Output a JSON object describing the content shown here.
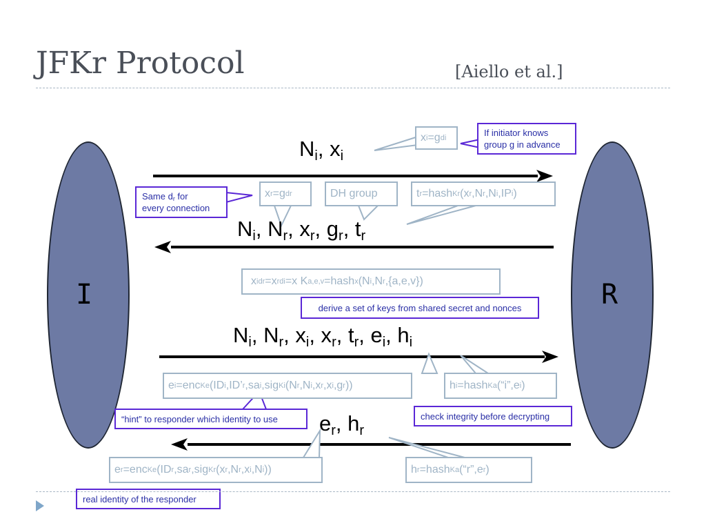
{
  "header": {
    "title": "JFKr Protocol",
    "citation": "[Aiello et al.]"
  },
  "parties": {
    "initiator": "I",
    "responder": "R"
  },
  "colors": {
    "ellipse_fill": "#6d7aa4",
    "callout_gray": "#9fb4c6",
    "note_purple": "#5a27d6",
    "note_text": "#2a2fa6",
    "rule": "#a8b6c4"
  },
  "messages": {
    "m1": [
      {
        "t": "N"
      },
      {
        "s": "i"
      },
      {
        "t": ", x"
      },
      {
        "s": "i"
      }
    ],
    "m2": [
      {
        "t": "N"
      },
      {
        "s": "i"
      },
      {
        "t": ", N"
      },
      {
        "s": "r"
      },
      {
        "t": ", x"
      },
      {
        "s": "r"
      },
      {
        "t": ", g"
      },
      {
        "s": "r"
      },
      {
        "t": ", t"
      },
      {
        "s": "r"
      }
    ],
    "m3": [
      {
        "t": "N"
      },
      {
        "s": "i"
      },
      {
        "t": ", N"
      },
      {
        "s": "r"
      },
      {
        "t": ", x"
      },
      {
        "s": "i"
      },
      {
        "t": ", x"
      },
      {
        "s": "r"
      },
      {
        "t": ", t"
      },
      {
        "s": "r"
      },
      {
        "t": ", e"
      },
      {
        "s": "i"
      },
      {
        "t": ", h"
      },
      {
        "s": "i"
      }
    ],
    "m4": [
      {
        "t": "e"
      },
      {
        "s": "r"
      },
      {
        "t": ", h"
      },
      {
        "s": "r"
      }
    ]
  },
  "callouts": {
    "xi": [
      {
        "t": "x"
      },
      {
        "s": "i"
      },
      {
        "t": "=g"
      },
      {
        "p": "di"
      }
    ],
    "xr": [
      {
        "t": "x"
      },
      {
        "s": "r"
      },
      {
        "t": "=g"
      },
      {
        "p": "dr"
      }
    ],
    "dh": [
      {
        "t": "DH group"
      }
    ],
    "tr": [
      {
        "t": "t"
      },
      {
        "s": "r"
      },
      {
        "t": "=hash"
      },
      {
        "s": "Kr"
      },
      {
        "t": "(x"
      },
      {
        "s": "r"
      },
      {
        "t": ",N"
      },
      {
        "s": "r"
      },
      {
        "t": ",N"
      },
      {
        "s": "i"
      },
      {
        "t": ",IP"
      },
      {
        "s": "i"
      },
      {
        "t": ")"
      }
    ],
    "keys": [
      {
        "t": "x"
      },
      {
        "s": "i"
      },
      {
        "p": "dr"
      },
      {
        "t": "=x"
      },
      {
        "s": "r"
      },
      {
        "p": "di"
      },
      {
        "t": "=x      K"
      },
      {
        "s": "a,e,v"
      },
      {
        "t": "=hash"
      },
      {
        "s": "x"
      },
      {
        "t": "(N"
      },
      {
        "s": "i"
      },
      {
        "t": ",N"
      },
      {
        "s": "r"
      },
      {
        "t": ",{a,e,v})"
      }
    ],
    "ei": [
      {
        "t": "e"
      },
      {
        "s": "i"
      },
      {
        "t": "=enc"
      },
      {
        "s": "Ke"
      },
      {
        "t": "(ID"
      },
      {
        "s": "i"
      },
      {
        "t": ",ID’"
      },
      {
        "s": "r"
      },
      {
        "t": ",sa"
      },
      {
        "s": "i"
      },
      {
        "t": ",sig"
      },
      {
        "s": "Ki"
      },
      {
        "t": "(N"
      },
      {
        "s": "r"
      },
      {
        "t": ",N"
      },
      {
        "s": "i"
      },
      {
        "t": ",x"
      },
      {
        "s": "r"
      },
      {
        "t": ",x"
      },
      {
        "s": "i"
      },
      {
        "t": ",g"
      },
      {
        "s": "r"
      },
      {
        "t": "))"
      }
    ],
    "hi": [
      {
        "t": "h"
      },
      {
        "s": "i"
      },
      {
        "t": "=hash"
      },
      {
        "s": "Ka"
      },
      {
        "t": "(“i”,e"
      },
      {
        "s": "i"
      },
      {
        "t": ")"
      }
    ],
    "er": [
      {
        "t": "e"
      },
      {
        "s": "r"
      },
      {
        "t": "=enc"
      },
      {
        "s": "Ke"
      },
      {
        "t": "(ID"
      },
      {
        "s": "r"
      },
      {
        "t": ",sa"
      },
      {
        "s": "r"
      },
      {
        "t": ",sig"
      },
      {
        "s": "Kr"
      },
      {
        "t": "(x"
      },
      {
        "s": "r"
      },
      {
        "t": ",N"
      },
      {
        "s": "r"
      },
      {
        "t": ",x"
      },
      {
        "s": "i"
      },
      {
        "t": ",N"
      },
      {
        "s": "i"
      },
      {
        "t": "))"
      }
    ],
    "hr": [
      {
        "t": "h"
      },
      {
        "s": "r"
      },
      {
        "t": "=hash"
      },
      {
        "s": "Ka"
      },
      {
        "t": "(“r”,e"
      },
      {
        "s": "r"
      },
      {
        "t": ")"
      }
    ]
  },
  "notes": {
    "advance": {
      "line1": "If initiator knows",
      "line2": "group g in advance"
    },
    "same_dr": {
      "line1": [
        {
          "t": "Same d"
        },
        {
          "s": "r"
        },
        {
          "t": " for"
        }
      ],
      "line2": "every connection"
    },
    "derive": "derive a set of keys from shared secret and nonces",
    "hint": "“hint” to responder which identity to use",
    "integrity": "check integrity before decrypting",
    "real_identity": "real identity of the responder"
  }
}
